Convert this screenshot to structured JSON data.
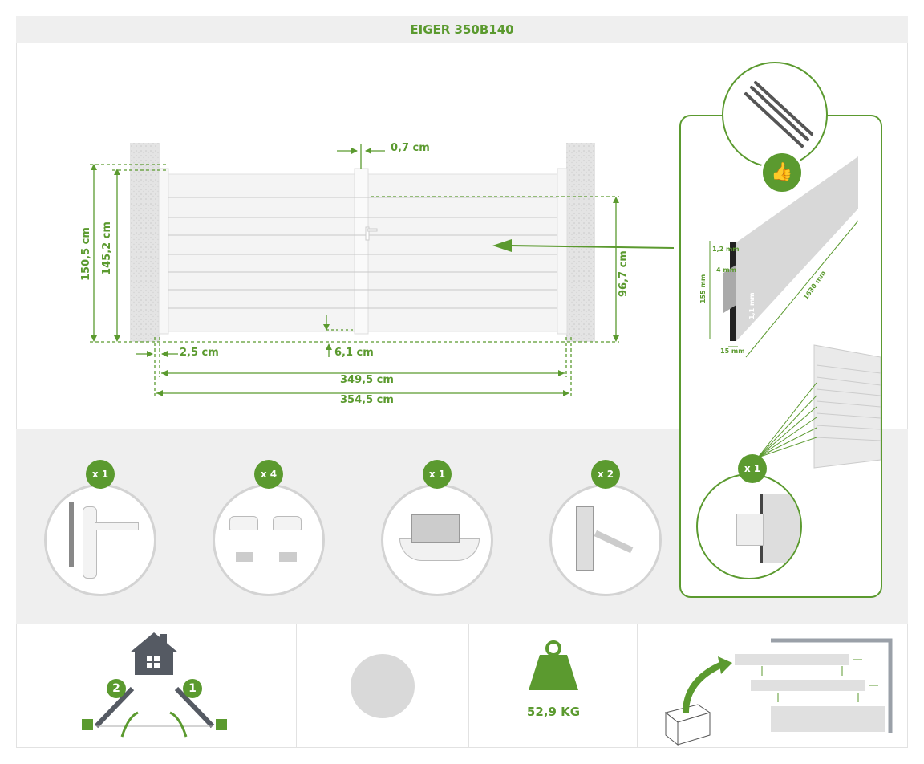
{
  "title": "EIGER 350B140",
  "dimensions": {
    "total_height": "150,5 cm",
    "gate_height": "145,2 cm",
    "stile_gap": "0,7 cm",
    "panel_height": "96,7 cm",
    "side_gap": "2,5 cm",
    "ground_gap": "6,1 cm",
    "gate_width": "349,5 cm",
    "total_width": "354,5 cm"
  },
  "profile": {
    "thickness_wall": "1,2 mm",
    "groove": "4 mm",
    "inner_wall": "1,1 mm",
    "height": "155 mm",
    "depth": "15 mm",
    "length": "1630 mm"
  },
  "panel_badge": "x 1",
  "accessories": [
    {
      "qty": "x 1",
      "name": "handle-lock"
    },
    {
      "qty": "x 4",
      "name": "gate-stops"
    },
    {
      "qty": "x 1",
      "name": "hinge-bracket"
    },
    {
      "qty": "x 2",
      "name": "latch"
    }
  ],
  "opening": {
    "left_leaf": "2",
    "right_leaf": "1"
  },
  "color_swatch": "#d9d9d9",
  "weight": "52,9 KG",
  "accent": "#5b9a2f"
}
